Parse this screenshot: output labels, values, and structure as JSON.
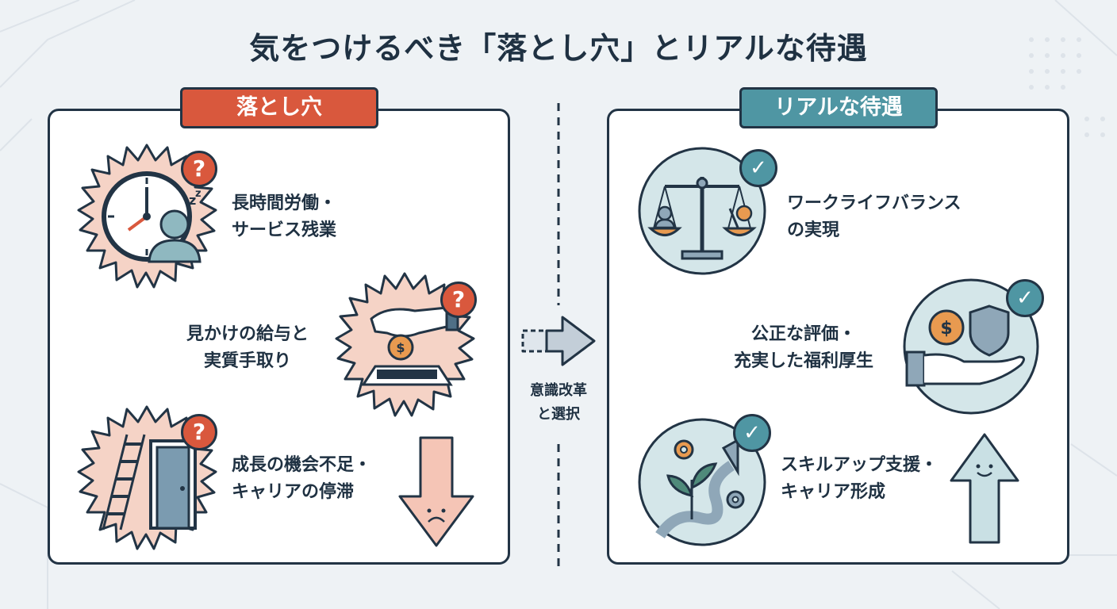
{
  "title": "気をつけるべき「落とし穴」とリアルな待遇",
  "left_panel": {
    "heading": "落とし穴",
    "items": [
      {
        "line1": "長時間労働・",
        "line2": "サービス残業",
        "icon": "clock-overwork-icon"
      },
      {
        "line1": "見かけの給与と",
        "line2": "実質手取り",
        "icon": "coin-slot-icon"
      },
      {
        "line1": "成長の機会不足・",
        "line2": "キャリアの停滞",
        "icon": "ladder-door-icon"
      }
    ],
    "badge_symbol": "?"
  },
  "middle": {
    "line1": "意識改革",
    "line2": "と選択"
  },
  "right_panel": {
    "heading": "リアルな待遇",
    "items": [
      {
        "line1": "ワークライフバランス",
        "line2": "の実現",
        "icon": "balance-scale-icon"
      },
      {
        "line1": "公正な評価・",
        "line2": "充実した福利厚生",
        "icon": "hand-benefits-icon"
      },
      {
        "line1": "スキルアップ支援・",
        "line2": "キャリア形成",
        "icon": "growth-plant-icon"
      }
    ]
  },
  "colors": {
    "accent_red": "#d9583d",
    "accent_teal": "#4f96a3",
    "burst_fill": "#f5d3c6",
    "circle_fill": "#d4e6e9",
    "dark": "#223445"
  }
}
